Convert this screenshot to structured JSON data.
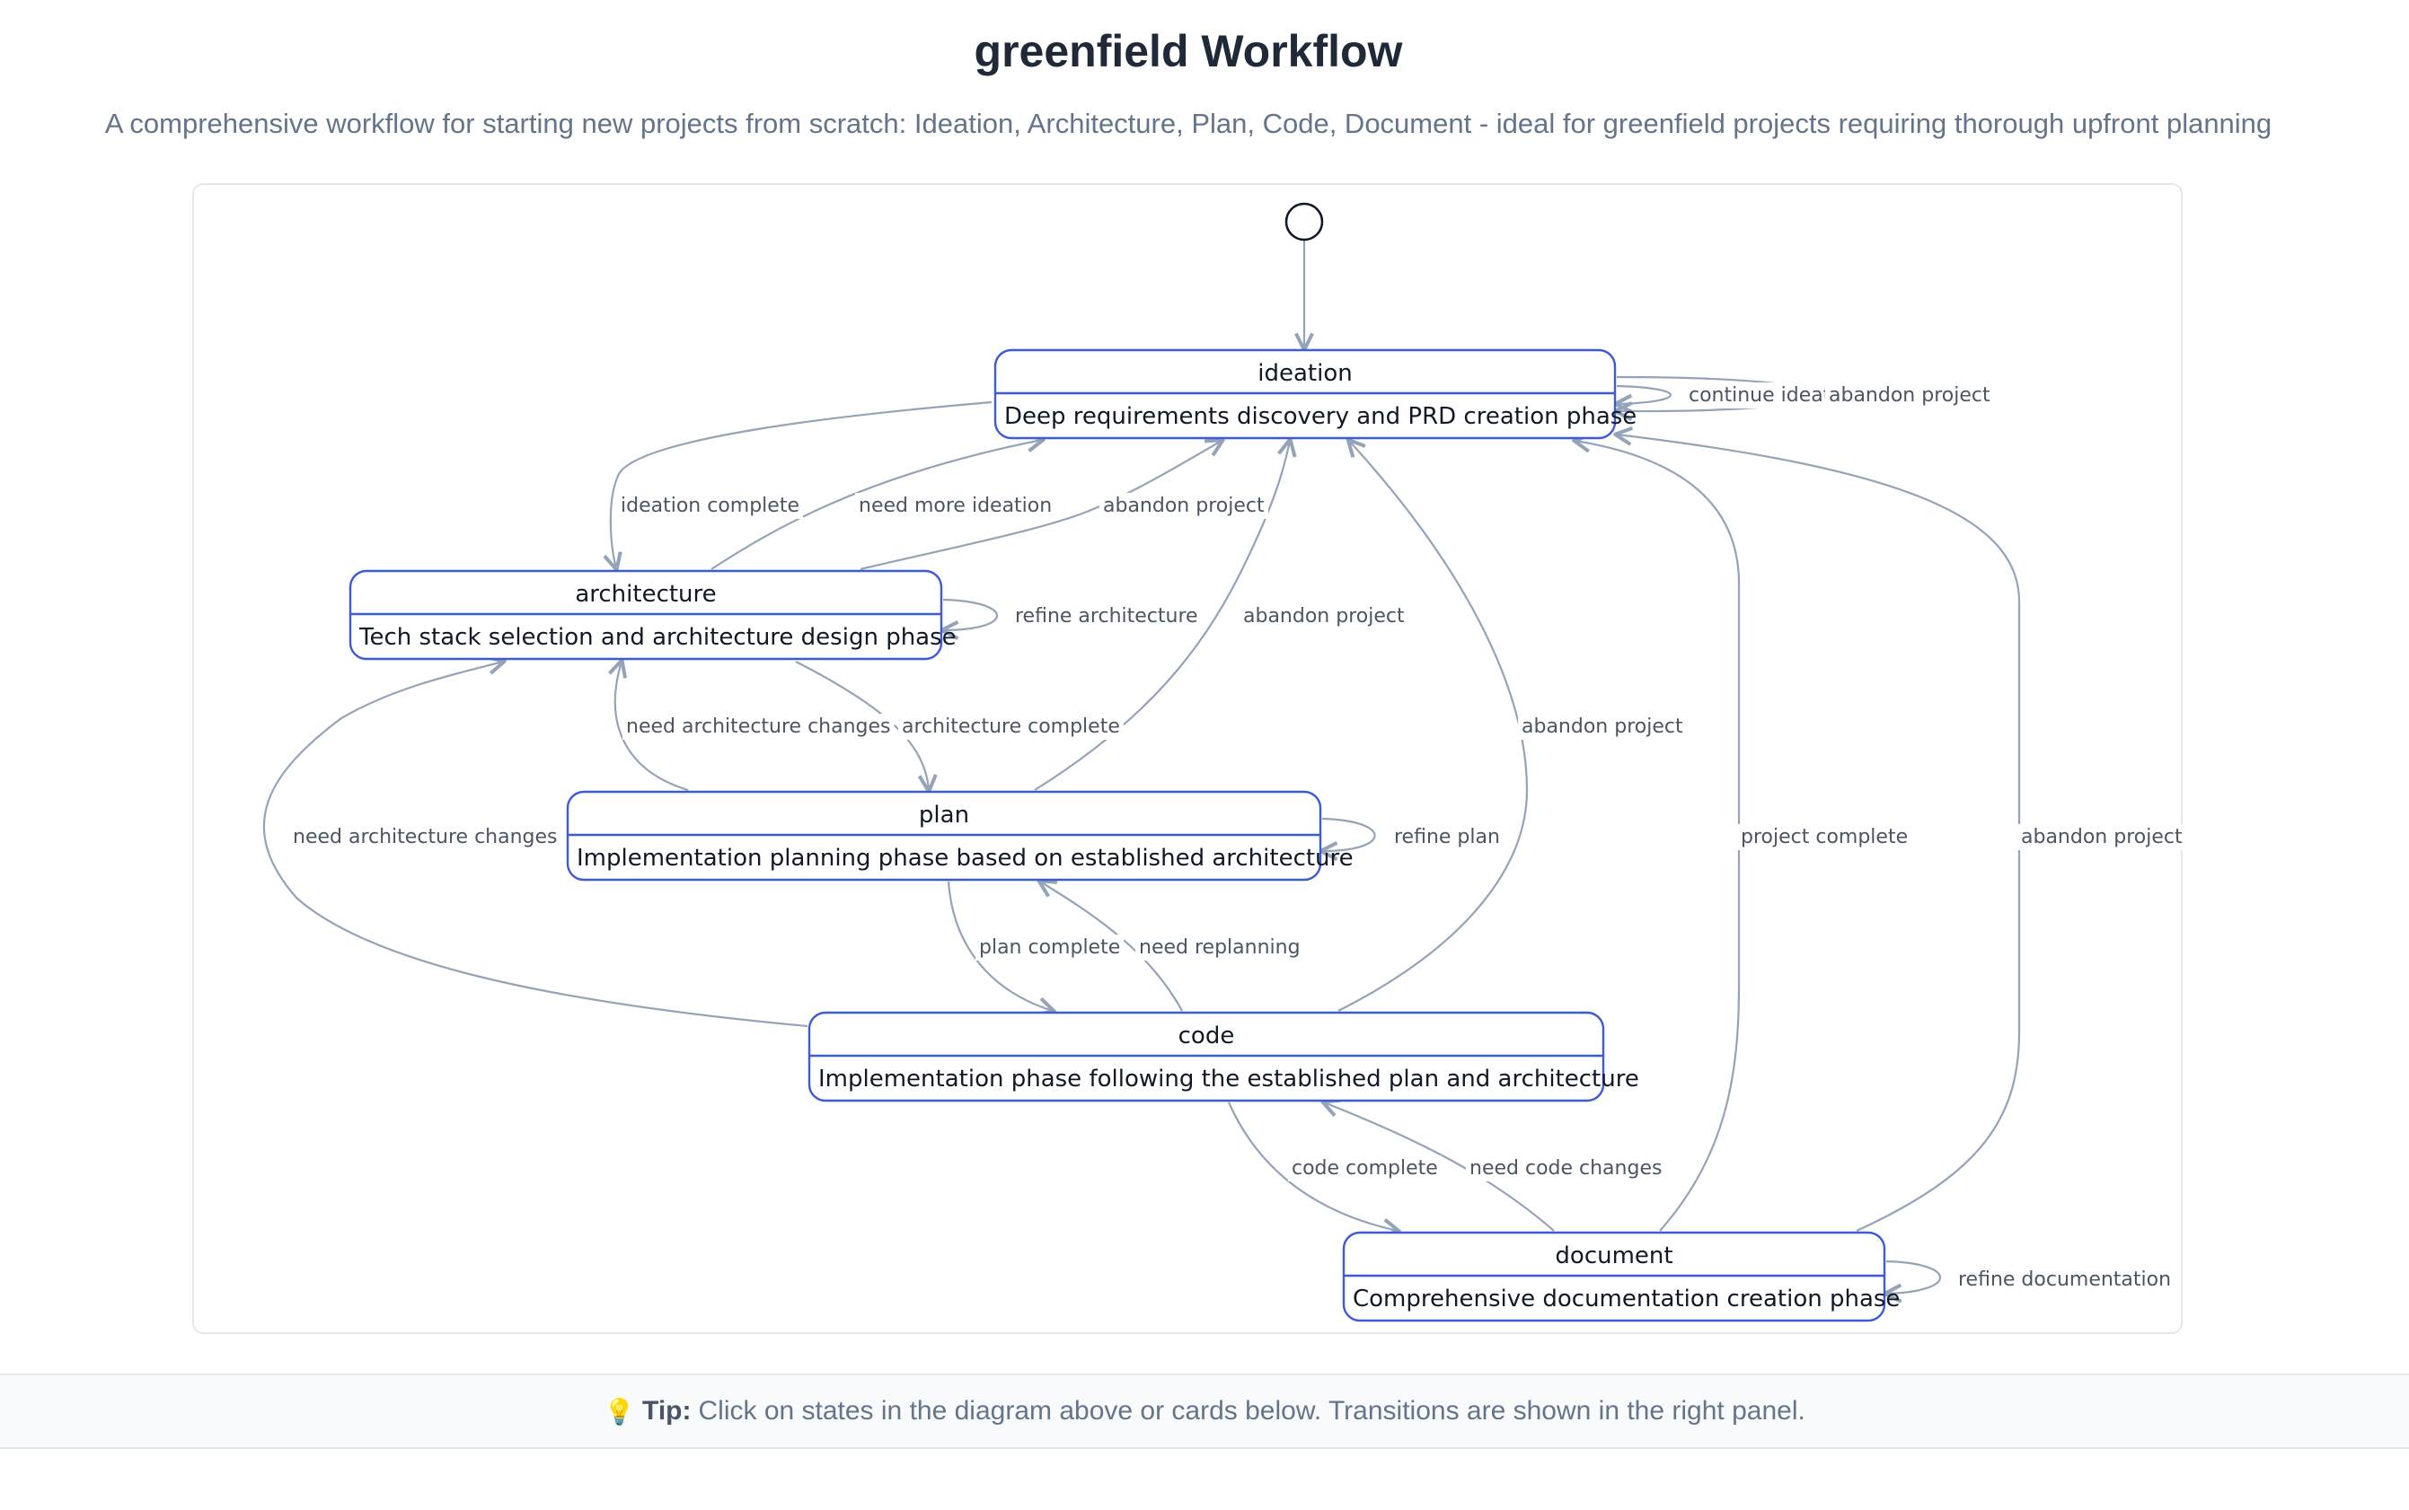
{
  "header": {
    "title": "greenfield Workflow",
    "subtitle": "A comprehensive workflow for starting new projects from scratch: Ideation, Architecture, Plan, Code, Document - ideal for greenfield projects requiring thorough upfront planning"
  },
  "diagram": {
    "states": [
      {
        "id": "ideation",
        "name": "ideation",
        "description": "Deep requirements discovery and PRD creation phase"
      },
      {
        "id": "architecture",
        "name": "architecture",
        "description": "Tech stack selection and architecture design phase"
      },
      {
        "id": "plan",
        "name": "plan",
        "description": "Implementation planning phase based on established architecture"
      },
      {
        "id": "code",
        "name": "code",
        "description": "Implementation phase following the established plan and architecture"
      },
      {
        "id": "document",
        "name": "document",
        "description": "Comprehensive documentation creation phase"
      }
    ],
    "transitions": [
      {
        "id": "t-initial",
        "from": "start",
        "to": "ideation",
        "label": ""
      },
      {
        "id": "t-continue-ideation",
        "from": "ideation",
        "to": "ideation",
        "label": "continue ideation"
      },
      {
        "id": "t-ideation-abandon-self",
        "from": "ideation",
        "to": "ideation",
        "label": "abandon project"
      },
      {
        "id": "t-ideation-complete",
        "from": "ideation",
        "to": "architecture",
        "label": "ideation complete"
      },
      {
        "id": "t-need-more-ideation",
        "from": "architecture",
        "to": "ideation",
        "label": "need more ideation"
      },
      {
        "id": "t-architecture-abandon",
        "from": "architecture",
        "to": "ideation",
        "label": "abandon project"
      },
      {
        "id": "t-refine-architecture",
        "from": "architecture",
        "to": "architecture",
        "label": "refine architecture"
      },
      {
        "id": "t-plan-abandon",
        "from": "plan",
        "to": "ideation",
        "label": "abandon project"
      },
      {
        "id": "t-need-architecture-changes-plan",
        "from": "plan",
        "to": "architecture",
        "label": "need architecture changes"
      },
      {
        "id": "t-architecture-complete",
        "from": "architecture",
        "to": "plan",
        "label": "architecture complete"
      },
      {
        "id": "t-code-abandon",
        "from": "code",
        "to": "ideation",
        "label": "abandon project"
      },
      {
        "id": "t-document-complete",
        "from": "document",
        "to": "ideation",
        "label": "project complete"
      },
      {
        "id": "t-document-abandon",
        "from": "document",
        "to": "ideation",
        "label": "abandon project"
      },
      {
        "id": "t-need-architecture-changes-code",
        "from": "code",
        "to": "architecture",
        "label": "need architecture changes"
      },
      {
        "id": "t-refine-plan",
        "from": "plan",
        "to": "plan",
        "label": "refine plan"
      },
      {
        "id": "t-plan-complete",
        "from": "plan",
        "to": "code",
        "label": "plan complete"
      },
      {
        "id": "t-need-replanning",
        "from": "code",
        "to": "plan",
        "label": "need replanning"
      },
      {
        "id": "t-code-complete",
        "from": "code",
        "to": "document",
        "label": "code complete"
      },
      {
        "id": "t-need-code-changes",
        "from": "document",
        "to": "code",
        "label": "need code changes"
      },
      {
        "id": "t-refine-documentation",
        "from": "document",
        "to": "document",
        "label": "refine documentation"
      }
    ]
  },
  "tip": {
    "icon": "lightbulb-icon",
    "label": "Tip:",
    "text": "Click on states in the diagram above or cards below. Transitions are shown in the right panel."
  },
  "colors": {
    "state_border": "#3b5bdb",
    "edge": "#94a3b8",
    "label": "#4b5563"
  }
}
